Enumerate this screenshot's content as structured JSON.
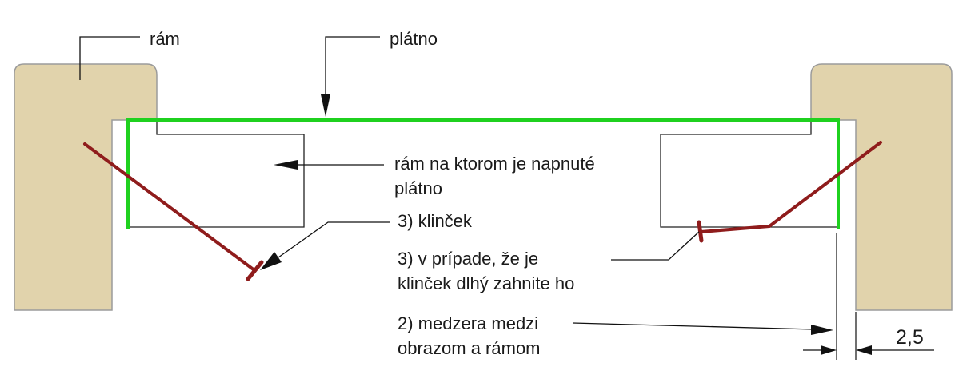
{
  "labels": {
    "frame": "rám",
    "canvas": "plátno",
    "stretcher_line1": "rám na ktorom je napnuté",
    "stretcher_line2": "plátno",
    "nail": "3) klinček",
    "bend_line1": "3) v prípade, že je",
    "bend_line2": "klinček dlhý zahnite ho",
    "gap_line1": "2) medzera medzi",
    "gap_line2": "obrazom a rámom",
    "dimension": "2,5"
  },
  "colors": {
    "frame_fill": "#e1d3ac",
    "frame_stroke": "#9b9b9b",
    "canvas": "#1fd11f",
    "nail": "#8f1c1c",
    "leader": "#111111"
  }
}
